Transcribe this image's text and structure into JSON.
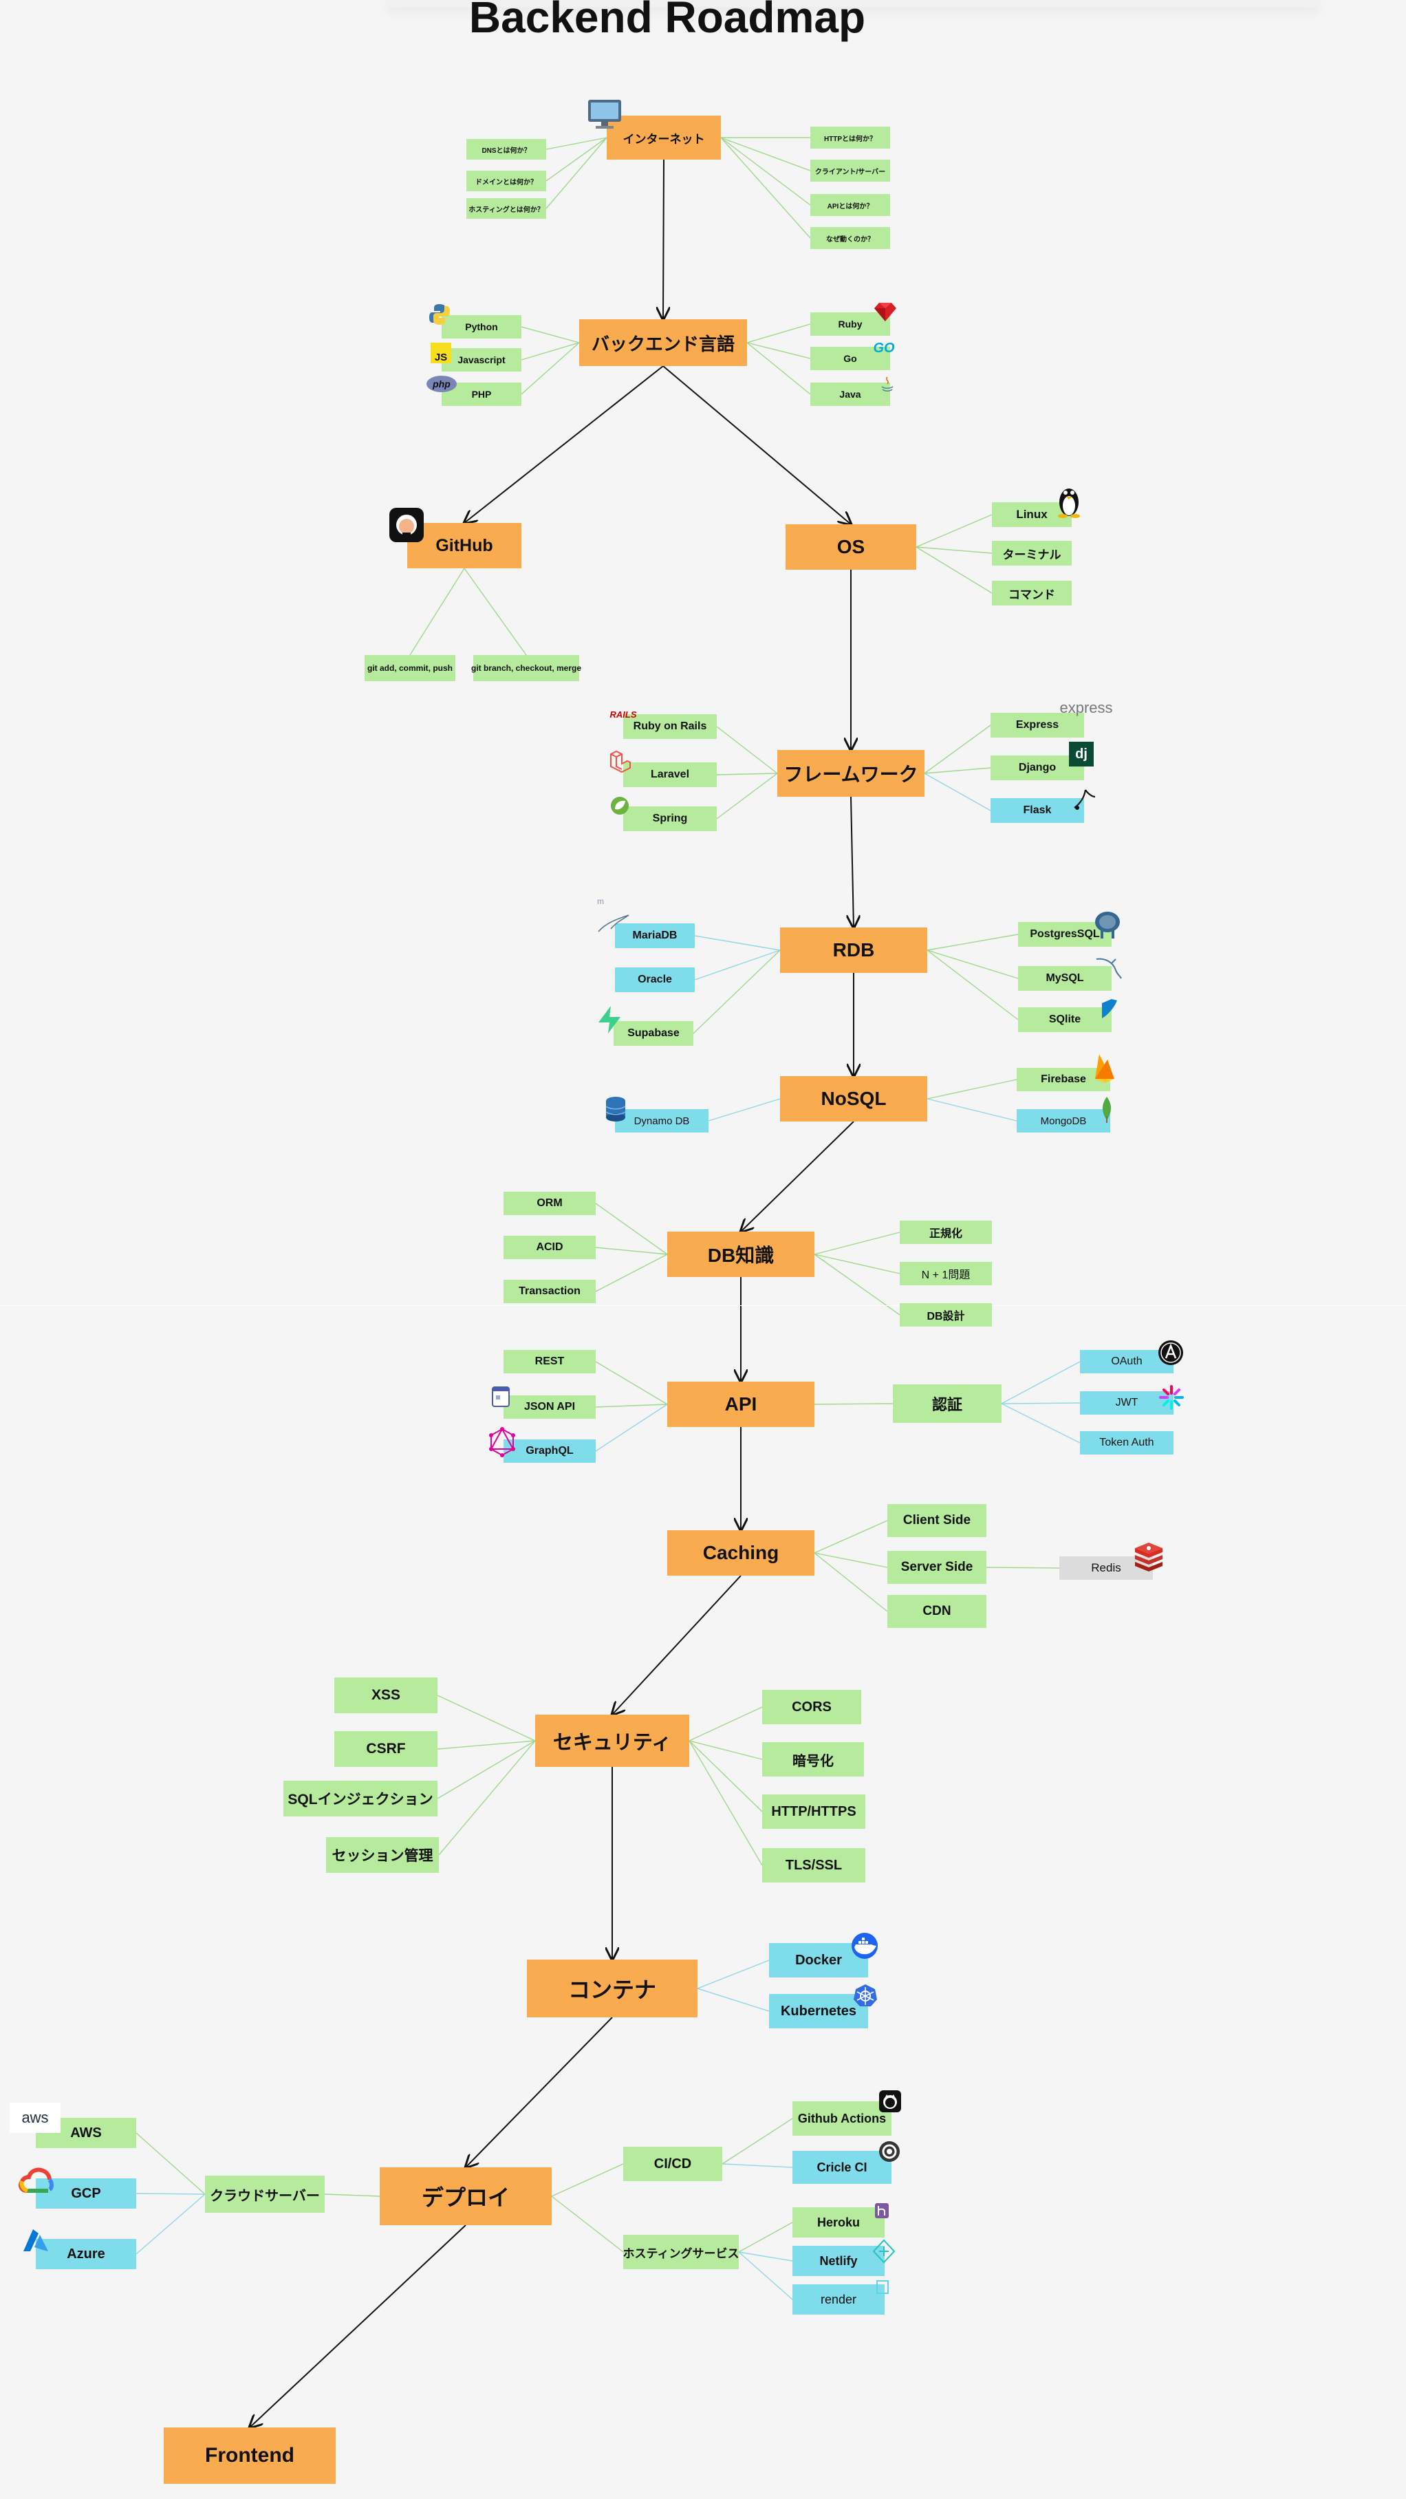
{
  "title": "Backend Roadmap",
  "colors": {
    "main": "#f9ab50",
    "green": "#b6ea9c",
    "cyan": "#7fdcea",
    "gray": "#dcdcdc",
    "arrow": "#111111",
    "green_line": "#9ed88a",
    "cyan_line": "#8fd7e6"
  },
  "nodes": {
    "internet": "インターネット",
    "dns": "DNSとは何か？",
    "domain": "ドメインとは何か？",
    "hosting_what": "ホスティングとは何か？",
    "http_what": "HTTPとは何か？",
    "client_server": "クライアント/サーバー",
    "api_what": "APIとは何か？",
    "why_work": "なぜ動くのか？",
    "backend_lang": "バックエンド言語",
    "python": "Python",
    "javascript": "Javascript",
    "php": "PHP",
    "ruby": "Ruby",
    "go": "Go",
    "java": "Java",
    "github": "GitHub",
    "git_add": "git add, commit, push",
    "git_branch": "git branch, checkout, merge",
    "os": "OS",
    "linux": "Linux",
    "terminal": "ターミナル",
    "command": "コマンド",
    "framework": "フレームワーク",
    "rails": "Ruby on Rails",
    "laravel": "Laravel",
    "spring": "Spring",
    "express": "Express",
    "django": "Django",
    "flask": "Flask",
    "rdb": "RDB",
    "mariadb": "MariaDB",
    "oracle": "Oracle",
    "supabase": "Supabase",
    "postgres": "PostgresSQL",
    "mysql": "MySQL",
    "sqlite": "SQlite",
    "nosql": "NoSQL",
    "dynamo": "Dynamo DB",
    "firebase": "Firebase",
    "mongodb": "MongoDB",
    "dbknow": "DB知識",
    "orm": "ORM",
    "acid": "ACID",
    "transaction": "Transaction",
    "normalize": "正規化",
    "n1": "N + 1問題",
    "dbdesign": "DB設計",
    "api": "API",
    "rest": "REST",
    "jsonapi": "JSON API",
    "graphql": "GraphQL",
    "auth": "認証",
    "oauth": "OAuth",
    "jwt": "JWT",
    "token": "Token Auth",
    "caching": "Caching",
    "client_side": "Client Side",
    "server_side": "Server Side",
    "cdn": "CDN",
    "redis": "Redis",
    "security": "セキュリティ",
    "xss": "XSS",
    "csrf": "CSRF",
    "sqli": "SQLインジェクション",
    "session": "セッション管理",
    "cors": "CORS",
    "crypto": "暗号化",
    "httphttps": "HTTP/HTTPS",
    "tls": "TLS/SSL",
    "container": "コンテナ",
    "docker": "Docker",
    "kubernetes": "Kubernetes",
    "deploy": "デプロイ",
    "cloud": "クラウドサーバー",
    "aws": "AWS",
    "gcp": "GCP",
    "azure": "Azure",
    "cicd": "CI/CD",
    "gh_actions": "Github Actions",
    "circleci": "Cricle CI",
    "hosting_svc": "ホスティングサービス",
    "heroku": "Heroku",
    "netlify": "Netlify",
    "render": "render",
    "frontend": "Frontend"
  },
  "icons": {
    "express_wordmark": "express",
    "django_mark": "dj",
    "js_mark": "JS",
    "php_mark": "php",
    "rails_mark": "RAILS",
    "aws_mark": "aws",
    "go_mark": "GO",
    "monitor": "monitor-icon",
    "github": "github-icon"
  }
}
